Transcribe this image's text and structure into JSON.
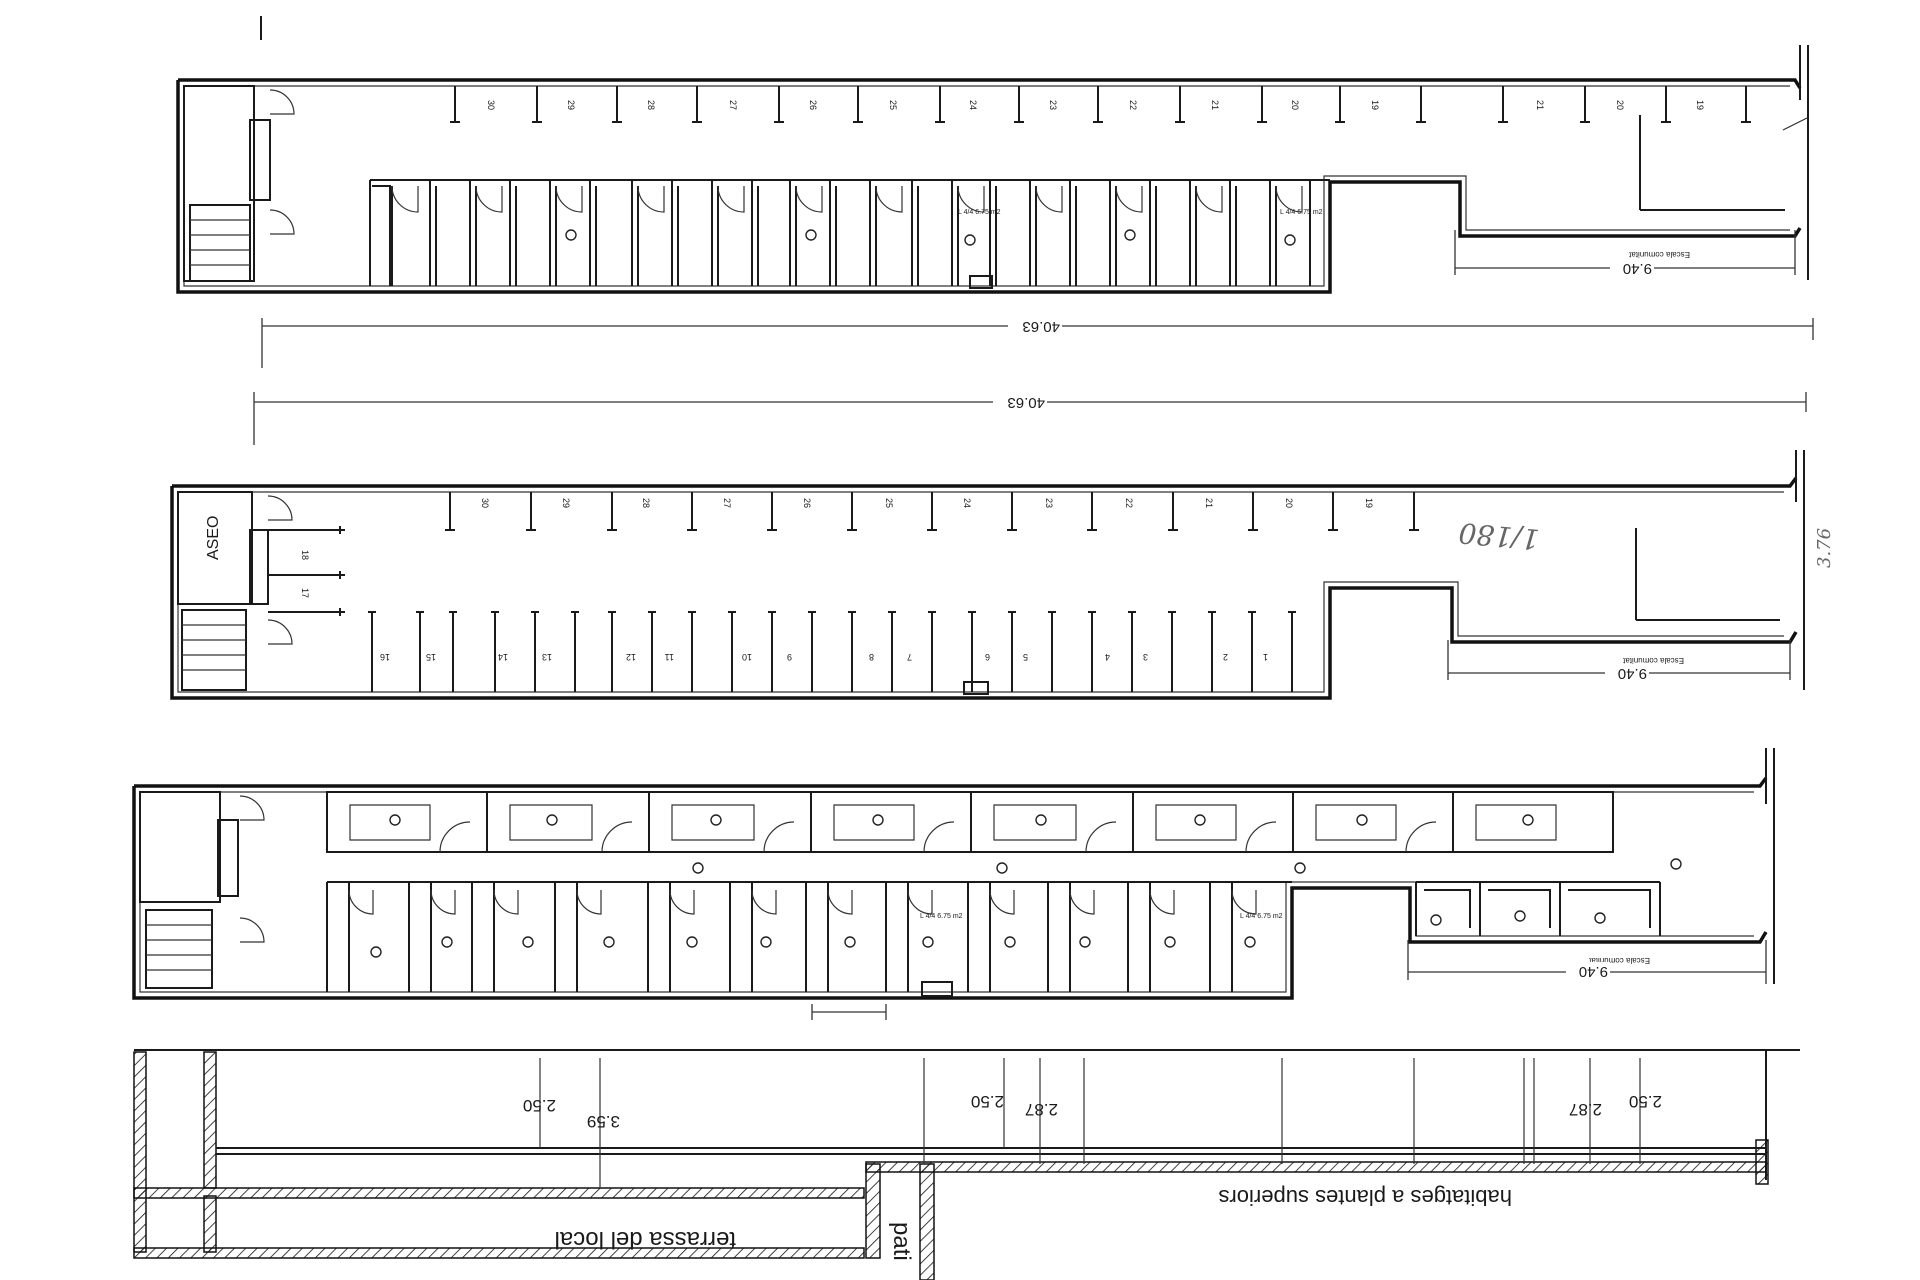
{
  "plans": [
    {
      "id": "plan-1",
      "dimension_40": "40.63",
      "dimension_9": "9.40",
      "stair_label": "Escala comunitat",
      "box_label": "L 4/4 6.75 m2",
      "top_numbers": [
        "30",
        "29",
        "28",
        "27",
        "26",
        "25",
        "24",
        "23",
        "22",
        "21",
        "20",
        "19",
        "21",
        "20",
        "19"
      ]
    },
    {
      "id": "plan-2",
      "dimension_40": "40.63",
      "dimension_9": "9.40",
      "stair_label": "Escala comunitat",
      "toilet_label": "ASEO",
      "handwritten_note": "1/180",
      "handwritten_height": "3.76",
      "top_numbers": [
        "30",
        "29",
        "28",
        "27",
        "26",
        "25",
        "24",
        "23",
        "22",
        "21",
        "20",
        "19"
      ],
      "left_numbers": [
        "18",
        "17"
      ],
      "bottom_numbers": [
        "16",
        "15",
        "14",
        "13",
        "12",
        "11",
        "10",
        "9",
        "8",
        "7",
        "6",
        "5",
        "4",
        "3",
        "2",
        "1"
      ]
    },
    {
      "id": "plan-3",
      "dimension_9": "9.40",
      "stair_label": "Escala comunitat",
      "box_label": "L 4/4 6.75 m2"
    }
  ],
  "section": {
    "heights": [
      "2.50",
      "3.59",
      "2.50",
      "2.87",
      "2.87",
      "2.50"
    ],
    "label_terrace": "terrassa del local",
    "label_housing": "habitatges a plantes superiors",
    "label_patio": "pati"
  },
  "chart_data": {
    "type": "floor-plan",
    "title": "",
    "dimensions_m": [
      40.63,
      40.63,
      9.4,
      9.4,
      9.4
    ],
    "section_heights_m": [
      2.5,
      3.59,
      2.5,
      2.87,
      2.87,
      2.5
    ]
  }
}
